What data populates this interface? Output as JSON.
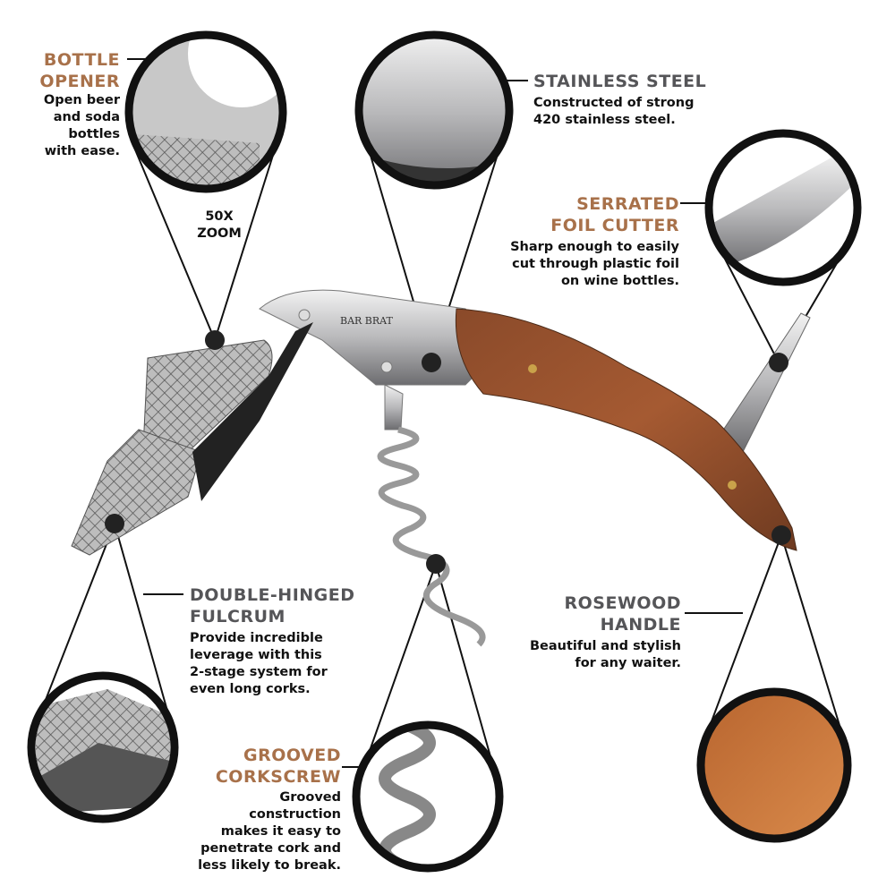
{
  "brand_logo": "BAR BRAT",
  "zoom_label": [
    "50X",
    "ZOOM"
  ],
  "features": {
    "bottle_opener": {
      "title": [
        "BOTTLE",
        "OPENER"
      ],
      "body": [
        "Open beer",
        "and soda",
        "bottles",
        "with ease."
      ]
    },
    "stainless_steel": {
      "title": [
        "STAINLESS STEEL"
      ],
      "body": [
        "Constructed of strong",
        "420 stainless steel."
      ]
    },
    "foil_cutter": {
      "title": [
        "SERRATED",
        "FOIL CUTTER"
      ],
      "body": [
        "Sharp enough to easily",
        "cut through plastic foil",
        "on wine bottles."
      ]
    },
    "fulcrum": {
      "title": [
        "DOUBLE-HINGED",
        "FULCRUM"
      ],
      "body": [
        "Provide incredible",
        "leverage with this",
        "2-stage system for",
        "even long corks."
      ]
    },
    "corkscrew": {
      "title": [
        "GROOVED",
        "CORKSCREW"
      ],
      "body": [
        "Grooved",
        "construction",
        "makes it easy to",
        "penetrate cork and",
        "less likely to break."
      ]
    },
    "handle": {
      "title": [
        "ROSEWOOD",
        "HANDLE"
      ],
      "body": [
        "Beautiful and stylish",
        "for any waiter."
      ]
    }
  },
  "colors": {
    "accent_brown": "#a8714a",
    "heading_grey": "#555558"
  }
}
